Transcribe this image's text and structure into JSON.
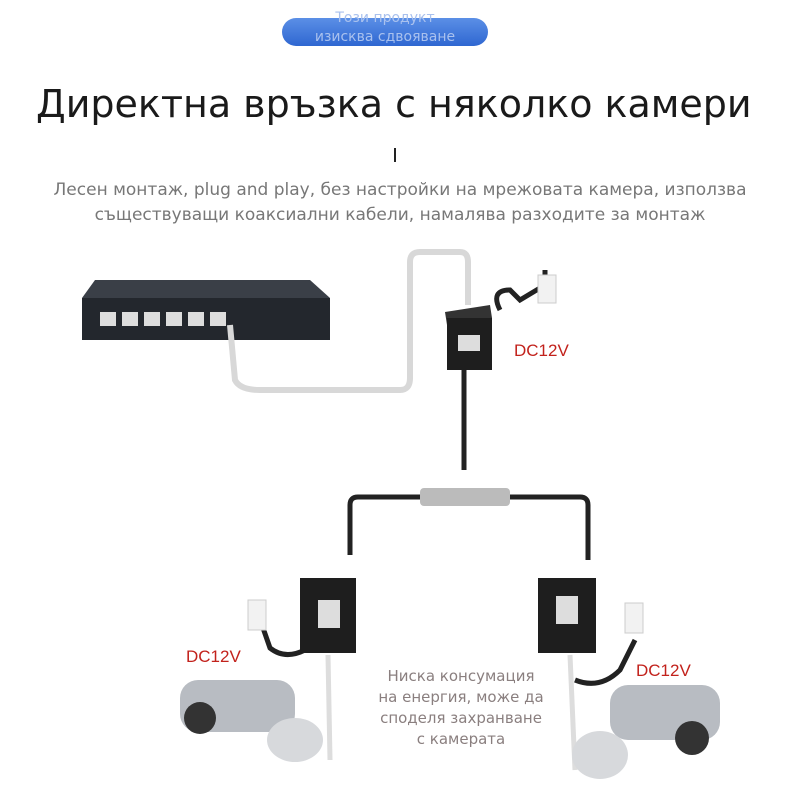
{
  "badge": {
    "text_line1": "Този продукт",
    "text_line2": "изисква сдвояване",
    "color": "#3a72d8"
  },
  "title": "Директна връзка с няколко камери",
  "subtitle": {
    "line1": "Лесен монтаж, plug and play, без настройки на мрежовата камера, използва",
    "line2": "съществуващи коаксиални кабели, намалява разходите за монтаж"
  },
  "labels": {
    "dc_top": "DC12V",
    "dc_left": "DC12V",
    "dc_right": "DC12V",
    "accent": "#c2221c"
  },
  "note": {
    "line1": "Ниска консумация",
    "line2": "на енергия, може да",
    "line3": "споделя захранване",
    "line4": "с камерата"
  }
}
